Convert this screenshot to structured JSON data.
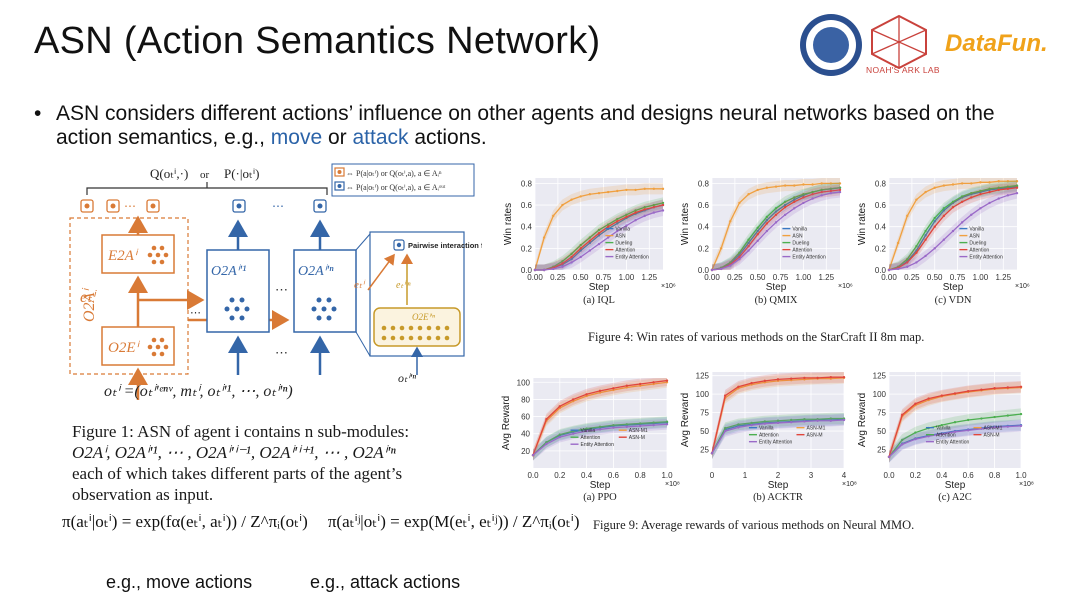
{
  "slide": {
    "title": "ASN (Action Semantics Network)",
    "bullet_prefix": "ASN considers different actions’   influence on other agents and designs neural networks based on the action semantics, e.g., ",
    "bullet_move": "move",
    "bullet_mid": " or ",
    "bullet_attack": "attack",
    "bullet_suffix": " actions."
  },
  "logos": {
    "ark_label": "NOAH'S ARK LAB",
    "datafun": "DataFun."
  },
  "figure1": {
    "caption_line1": "Figure 1:  ASN of agent i contains n sub-modules:",
    "caption_line2": "O2Aⁱ, O2Aⁱʹ¹, ⋯ , O2Aⁱʹⁱ⁻¹, O2Aⁱʹⁱ⁺¹, ⋯ , O2Aⁱʹⁿ",
    "caption_line3": "each of which takes different parts of the agent’s",
    "caption_line4": "observation as input.",
    "top_label_left": "Q(oₜⁱ,·)",
    "top_label_or": "or",
    "top_label_right": "P(·|oₜⁱ)",
    "legend1": "⇔ P(a|oₜⁱ) or Q(oₜⁱ,a), a ∈ Aᵢⁿ",
    "legend2": "⇔ P(a|oₜⁱ) or Q(oₜⁱ,a), a ∈ Aᵢᵒᵘᵗ",
    "box_e2a": "E2Aⁱ",
    "box_o2e": "O2Eⁱ",
    "box_o2a_side": "O2Aⁱ",
    "box_o2a1": "O2Aⁱʹ¹",
    "box_o2an": "O2Aⁱʹⁿ",
    "box_o2ein": "O2Eⁱʹⁿ",
    "pairwise": "Pairwise interaction function",
    "e_label": "eₜⁱ",
    "eq_label": "eₜⁱʹⁿ",
    "obs_line": "oₜⁱ =(oₜⁱʹᵉⁿᵛ, mₜⁱ, oₜⁱʹ¹, ⋯, oₜⁱʹⁿ)",
    "obs_right": "oₜⁱʹⁿ",
    "dots": "⋯"
  },
  "equations": {
    "eq_left": "π(aₜⁱ|oₜⁱ) = exp(fα(eₜⁱ, aₜⁱ)) / Z^πᵢ(oₜⁱ)",
    "eq_right": "π(aₜⁱʲ|oₜⁱ) = exp(M(eₜⁱ, eₜⁱʲ)) / Z^πᵢ(oₜⁱ)",
    "eg_move": "e.g., move actions",
    "eg_attack": "e.g., attack actions"
  },
  "colors": {
    "orange": "#d97a36",
    "blue": "#3466a8",
    "gold": "#c79a2a",
    "vanilla": "#3a78c2",
    "asn": "#f0a040",
    "dueling": "#4caf50",
    "attention": "#e0463c",
    "entity": "#9a6ac8"
  },
  "figure4_caption": "Figure 4:  Win rates of various methods on the StarCraft II 8m map.",
  "figure9_caption": "Figure 9:  Average rewards of various methods on Neural MMO.",
  "chart_data": [
    {
      "type": "line",
      "subtitle": "(a) IQL",
      "xlabel": "Step",
      "ylabel": "Win rates",
      "x_exponent": "×10⁶",
      "xlim": [
        0,
        1.4
      ],
      "ylim": [
        0,
        0.85
      ],
      "x_ticks": [
        "0.00",
        "0.25",
        "0.50",
        "0.75",
        "1.00",
        "1.25"
      ],
      "y_ticks": [
        "0.0",
        "0.2",
        "0.4",
        "0.6",
        "0.8"
      ],
      "x": [
        0,
        0.1,
        0.2,
        0.3,
        0.4,
        0.5,
        0.6,
        0.7,
        0.8,
        0.9,
        1.0,
        1.1,
        1.2,
        1.3,
        1.4
      ],
      "series": [
        {
          "name": "Vanilla",
          "values": [
            0,
            0,
            0.02,
            0.05,
            0.1,
            0.18,
            0.25,
            0.32,
            0.38,
            0.43,
            0.48,
            0.52,
            0.55,
            0.58,
            0.6
          ]
        },
        {
          "name": "ASN",
          "values": [
            0,
            0.3,
            0.5,
            0.6,
            0.65,
            0.68,
            0.7,
            0.71,
            0.72,
            0.73,
            0.74,
            0.74,
            0.75,
            0.75,
            0.75
          ]
        },
        {
          "name": "Dueling",
          "values": [
            0,
            0,
            0.03,
            0.08,
            0.15,
            0.23,
            0.3,
            0.37,
            0.42,
            0.47,
            0.51,
            0.55,
            0.58,
            0.6,
            0.62
          ]
        },
        {
          "name": "Attention",
          "values": [
            0,
            0,
            0.02,
            0.06,
            0.12,
            0.2,
            0.27,
            0.34,
            0.4,
            0.45,
            0.49,
            0.53,
            0.56,
            0.58,
            0.6
          ]
        },
        {
          "name": "Entity Attention",
          "values": [
            0,
            0,
            0.01,
            0.03,
            0.07,
            0.12,
            0.18,
            0.24,
            0.3,
            0.36,
            0.41,
            0.46,
            0.5,
            0.53,
            0.55
          ]
        }
      ]
    },
    {
      "type": "line",
      "subtitle": "(b) QMIX",
      "xlabel": "Step",
      "ylabel": "Win rates",
      "x_exponent": "×10⁶",
      "xlim": [
        0,
        1.4
      ],
      "ylim": [
        0,
        0.85
      ],
      "x_ticks": [
        "0.00",
        "0.25",
        "0.50",
        "0.75",
        "1.00",
        "1.25"
      ],
      "y_ticks": [
        "0.0",
        "0.2",
        "0.4",
        "0.6",
        "0.8"
      ],
      "x": [
        0,
        0.1,
        0.2,
        0.3,
        0.4,
        0.5,
        0.6,
        0.7,
        0.8,
        0.9,
        1.0,
        1.1,
        1.2,
        1.3,
        1.4
      ],
      "series": [
        {
          "name": "Vanilla",
          "values": [
            0,
            0.02,
            0.06,
            0.14,
            0.25,
            0.36,
            0.46,
            0.54,
            0.6,
            0.65,
            0.69,
            0.72,
            0.74,
            0.75,
            0.76
          ]
        },
        {
          "name": "ASN",
          "values": [
            0,
            0.2,
            0.45,
            0.62,
            0.7,
            0.74,
            0.76,
            0.77,
            0.78,
            0.78,
            0.79,
            0.79,
            0.8,
            0.8,
            0.8
          ]
        },
        {
          "name": "Dueling",
          "values": [
            0,
            0.02,
            0.07,
            0.16,
            0.28,
            0.39,
            0.49,
            0.57,
            0.63,
            0.67,
            0.7,
            0.72,
            0.74,
            0.75,
            0.76
          ]
        },
        {
          "name": "Attention",
          "values": [
            0,
            0.01,
            0.05,
            0.12,
            0.22,
            0.33,
            0.43,
            0.51,
            0.58,
            0.63,
            0.67,
            0.7,
            0.72,
            0.73,
            0.74
          ]
        },
        {
          "name": "Entity Attention",
          "values": [
            0,
            0.01,
            0.04,
            0.1,
            0.18,
            0.27,
            0.36,
            0.44,
            0.51,
            0.57,
            0.62,
            0.66,
            0.69,
            0.71,
            0.72
          ]
        }
      ]
    },
    {
      "type": "line",
      "subtitle": "(c) VDN",
      "xlabel": "Step",
      "ylabel": "Win rates",
      "x_exponent": "×10⁶",
      "xlim": [
        0,
        1.4
      ],
      "ylim": [
        0,
        0.85
      ],
      "x_ticks": [
        "0.00",
        "0.25",
        "0.50",
        "0.75",
        "1.00",
        "1.25"
      ],
      "y_ticks": [
        "0.0",
        "0.2",
        "0.4",
        "0.6",
        "0.8"
      ],
      "x": [
        0,
        0.1,
        0.2,
        0.3,
        0.4,
        0.5,
        0.6,
        0.7,
        0.8,
        0.9,
        1.0,
        1.1,
        1.2,
        1.3,
        1.4
      ],
      "series": [
        {
          "name": "Vanilla",
          "values": [
            0,
            0.02,
            0.08,
            0.18,
            0.32,
            0.45,
            0.55,
            0.62,
            0.67,
            0.7,
            0.72,
            0.74,
            0.75,
            0.76,
            0.77
          ]
        },
        {
          "name": "ASN",
          "values": [
            0,
            0.25,
            0.5,
            0.65,
            0.72,
            0.76,
            0.78,
            0.79,
            0.8,
            0.8,
            0.81,
            0.81,
            0.82,
            0.82,
            0.82
          ]
        },
        {
          "name": "Dueling",
          "values": [
            0,
            0.03,
            0.1,
            0.22,
            0.36,
            0.48,
            0.57,
            0.63,
            0.68,
            0.71,
            0.73,
            0.75,
            0.76,
            0.77,
            0.78
          ]
        },
        {
          "name": "Attention",
          "values": [
            0,
            0.02,
            0.07,
            0.16,
            0.28,
            0.4,
            0.5,
            0.58,
            0.63,
            0.67,
            0.7,
            0.72,
            0.74,
            0.75,
            0.76
          ]
        },
        {
          "name": "Entity Attention",
          "values": [
            0,
            0.01,
            0.03,
            0.07,
            0.13,
            0.2,
            0.28,
            0.36,
            0.44,
            0.51,
            0.57,
            0.62,
            0.66,
            0.69,
            0.71
          ]
        }
      ]
    },
    {
      "type": "line",
      "subtitle": "(a) PPO",
      "xlabel": "Step",
      "ylabel": "Avg Reward",
      "x_exponent": "×10⁸",
      "xlim": [
        0,
        1.0
      ],
      "ylim": [
        0,
        105
      ],
      "x_ticks": [
        "0.0",
        "0.2",
        "0.4",
        "0.6",
        "0.8",
        "1.0"
      ],
      "y_ticks": [
        "20",
        "40",
        "60",
        "80",
        "100"
      ],
      "x": [
        0,
        0.1,
        0.2,
        0.3,
        0.4,
        0.5,
        0.6,
        0.7,
        0.8,
        0.9,
        1.0
      ],
      "series": [
        {
          "name": "Vanilla",
          "values": [
            15,
            30,
            38,
            42,
            45,
            47,
            49,
            50,
            51,
            52,
            53
          ]
        },
        {
          "name": "ASN-M1",
          "values": [
            15,
            55,
            70,
            78,
            84,
            88,
            91,
            94,
            96,
            98,
            100
          ]
        },
        {
          "name": "Attention",
          "values": [
            15,
            30,
            39,
            43,
            46,
            48,
            50,
            51,
            52,
            53,
            54
          ]
        },
        {
          "name": "ASN-M",
          "values": [
            15,
            57,
            72,
            80,
            86,
            90,
            93,
            96,
            98,
            100,
            102
          ]
        },
        {
          "name": "Entity Attention",
          "values": [
            15,
            28,
            36,
            40,
            43,
            45,
            47,
            48,
            49,
            50,
            51
          ]
        }
      ]
    },
    {
      "type": "line",
      "subtitle": "(b) ACKTR",
      "xlabel": "Step",
      "ylabel": "Avg Reward",
      "x_exponent": "×10⁸",
      "xlim": [
        0,
        4
      ],
      "ylim": [
        0,
        130
      ],
      "x_ticks": [
        "0",
        "1",
        "2",
        "3",
        "4"
      ],
      "y_ticks": [
        "25",
        "50",
        "75",
        "100",
        "125"
      ],
      "x": [
        0,
        0.4,
        0.8,
        1.2,
        1.6,
        2.0,
        2.4,
        2.8,
        3.2,
        3.6,
        4.0
      ],
      "series": [
        {
          "name": "Vanilla",
          "values": [
            20,
            52,
            57,
            59,
            61,
            62,
            63,
            64,
            65,
            65,
            66
          ]
        },
        {
          "name": "ASN-M1",
          "values": [
            20,
            95,
            108,
            113,
            116,
            118,
            119,
            120,
            121,
            121,
            122
          ]
        },
        {
          "name": "Attention",
          "values": [
            20,
            54,
            59,
            61,
            63,
            64,
            65,
            66,
            66,
            67,
            67
          ]
        },
        {
          "name": "ASN-M",
          "values": [
            20,
            98,
            110,
            115,
            118,
            120,
            121,
            122,
            122,
            123,
            123
          ]
        },
        {
          "name": "Entity Attention",
          "values": [
            20,
            50,
            55,
            58,
            60,
            61,
            62,
            63,
            64,
            64,
            65
          ]
        }
      ]
    },
    {
      "type": "line",
      "subtitle": "(c) A2C",
      "xlabel": "Step",
      "ylabel": "Avg Reward",
      "x_exponent": "×10⁸",
      "xlim": [
        0,
        1.0
      ],
      "ylim": [
        0,
        130
      ],
      "x_ticks": [
        "0.0",
        "0.2",
        "0.4",
        "0.6",
        "0.8",
        "1.0"
      ],
      "y_ticks": [
        "25",
        "50",
        "75",
        "100",
        "125"
      ],
      "x": [
        0,
        0.1,
        0.2,
        0.3,
        0.4,
        0.5,
        0.6,
        0.7,
        0.8,
        0.9,
        1.0
      ],
      "series": [
        {
          "name": "Vanilla",
          "values": [
            15,
            33,
            40,
            44,
            47,
            50,
            52,
            54,
            56,
            57,
            58
          ]
        },
        {
          "name": "ASN-M1",
          "values": [
            15,
            70,
            85,
            92,
            97,
            100,
            103,
            105,
            107,
            108,
            109
          ]
        },
        {
          "name": "Attention",
          "values": [
            15,
            38,
            48,
            54,
            58,
            62,
            65,
            67,
            69,
            71,
            73
          ]
        },
        {
          "name": "ASN-M",
          "values": [
            15,
            72,
            87,
            94,
            98,
            101,
            104,
            106,
            108,
            109,
            110
          ]
        },
        {
          "name": "Entity Attention",
          "values": [
            15,
            32,
            39,
            43,
            46,
            49,
            51,
            53,
            55,
            56,
            57
          ]
        }
      ]
    }
  ]
}
